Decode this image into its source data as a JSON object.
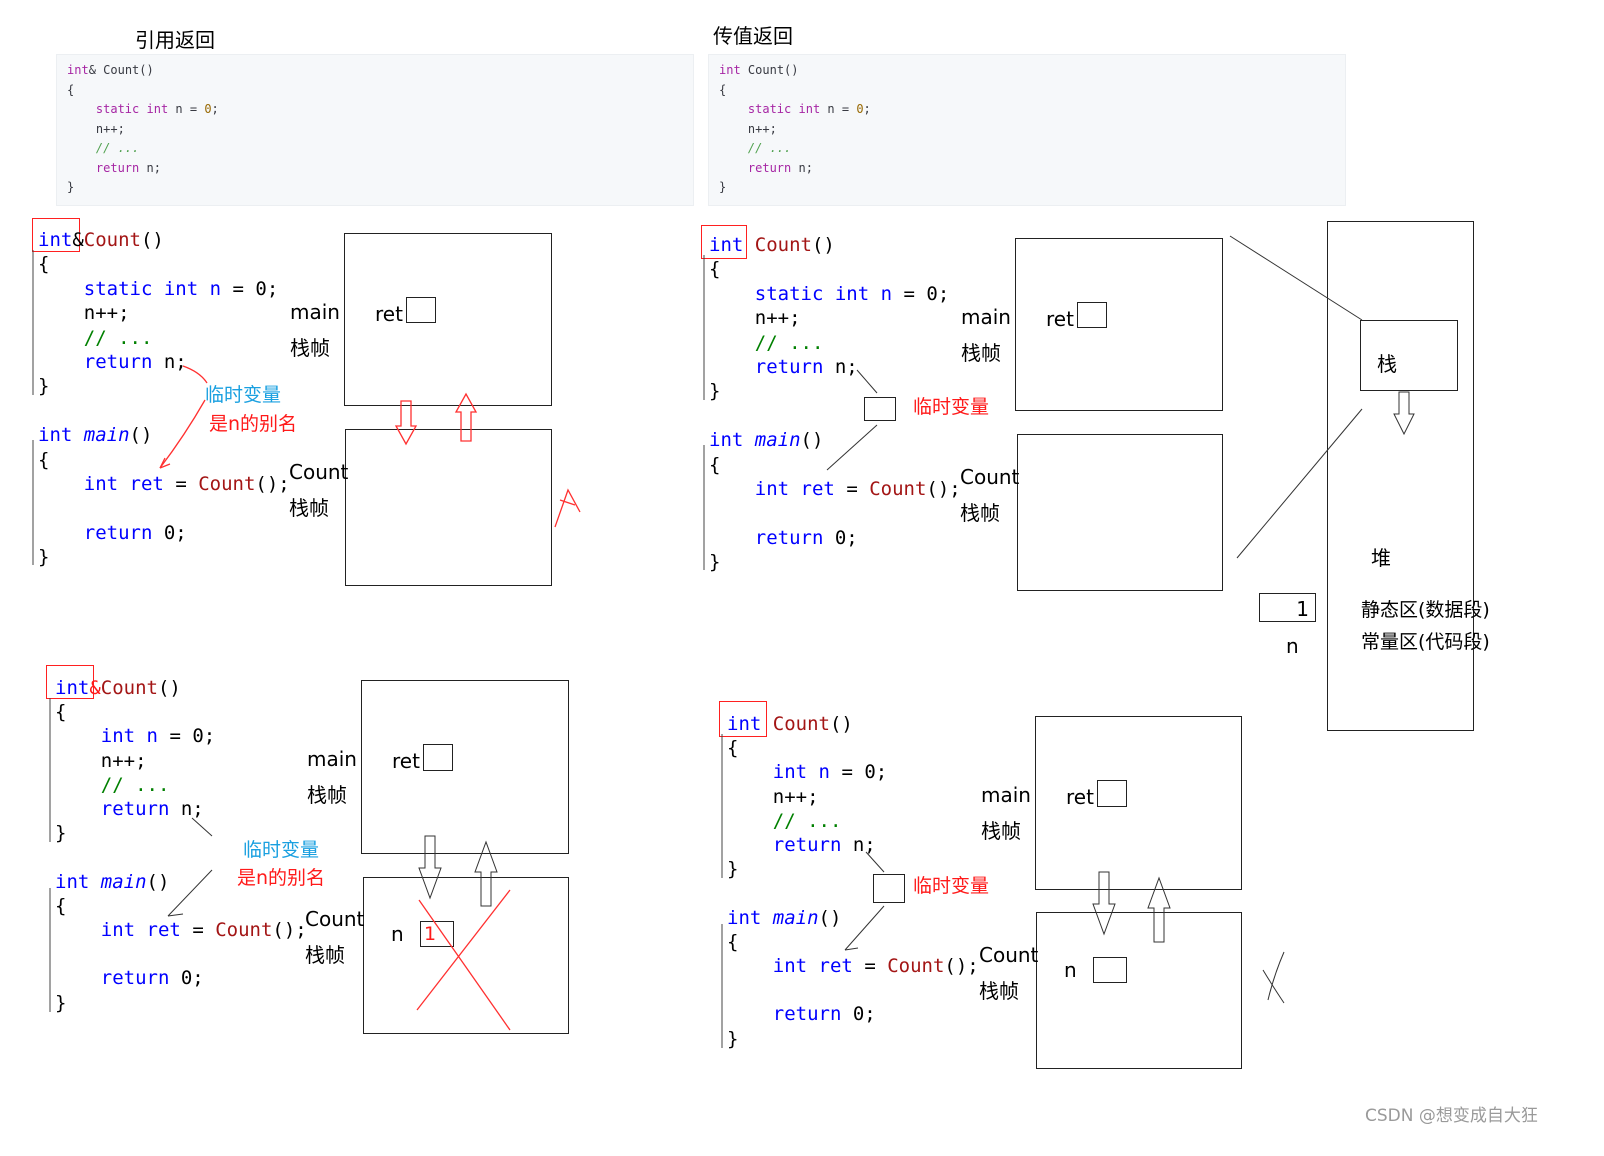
{
  "titles": {
    "ref_return": "引用返回",
    "value_return": "传值返回"
  },
  "snippets": {
    "left": [
      "int& Count()",
      "{",
      "static int n = 0;",
      "n++;",
      "// ...",
      "return n;",
      "}"
    ],
    "right": [
      "int Count()",
      "{",
      "static int n = 0;",
      "n++;",
      "// ...",
      "return n;",
      "}"
    ]
  },
  "panels": {
    "p1": {
      "ret_type": "int",
      "amp": "&",
      "func": "Count",
      "parens": "()",
      "body": [
        "{",
        "static int n = 0;",
        "n++;",
        "// ...",
        "return n;",
        "}"
      ],
      "main_sig": "int main()",
      "main_body": [
        "{",
        "int ret = Count();",
        "",
        "return 0;",
        "}"
      ],
      "main_label": "main",
      "frame_label": "栈帧",
      "count_label": "Count",
      "ret_label": "ret",
      "note1": "临时变量",
      "note2": "是n的别名"
    },
    "p2": {
      "ret_type": "int",
      "func": "Count",
      "parens": "()",
      "body": [
        "{",
        "static int n = 0;",
        "n++;",
        "// ...",
        "return n;",
        "}"
      ],
      "main_sig": "int main()",
      "main_body": [
        "{",
        "int ret = Count();",
        "",
        "return 0;",
        "}"
      ],
      "main_label": "main",
      "frame_label": "栈帧",
      "count_label": "Count",
      "ret_label": "ret",
      "note1": "临时变量"
    },
    "p3": {
      "ret_type": "int",
      "amp": "&",
      "func": "Count",
      "parens": "()",
      "body": [
        "{",
        "int n = 0;",
        "n++;",
        "// ...",
        "return n;",
        "}"
      ],
      "main_sig": "int main()",
      "main_body": [
        "{",
        "int ret = Count();",
        "",
        "return 0;",
        "}"
      ],
      "main_label": "main",
      "frame_label": "栈帧",
      "count_label": "Count",
      "ret_label": "ret",
      "n_label": "n",
      "n_value": "1",
      "note1": "临时变量",
      "note2": "是n的别名"
    },
    "p4": {
      "ret_type": "int",
      "func": "Count",
      "parens": "()",
      "body": [
        "{",
        "int n = 0;",
        "n++;",
        "// ...",
        "return n;",
        "}"
      ],
      "main_sig": "int main()",
      "main_body": [
        "{",
        "int ret = Count();",
        "",
        "return 0;",
        "}"
      ],
      "main_label": "main",
      "frame_label": "栈帧",
      "count_label": "Count",
      "ret_label": "ret",
      "n_label": "n",
      "note1": "临时变量"
    }
  },
  "memory": {
    "stack": "栈",
    "heap": "堆",
    "static_area": "静态区(数据段)",
    "const_area": "常量区(代码段)",
    "n_label": "n",
    "n_value": "1"
  },
  "watermark": "CSDN @想变成自大狂"
}
